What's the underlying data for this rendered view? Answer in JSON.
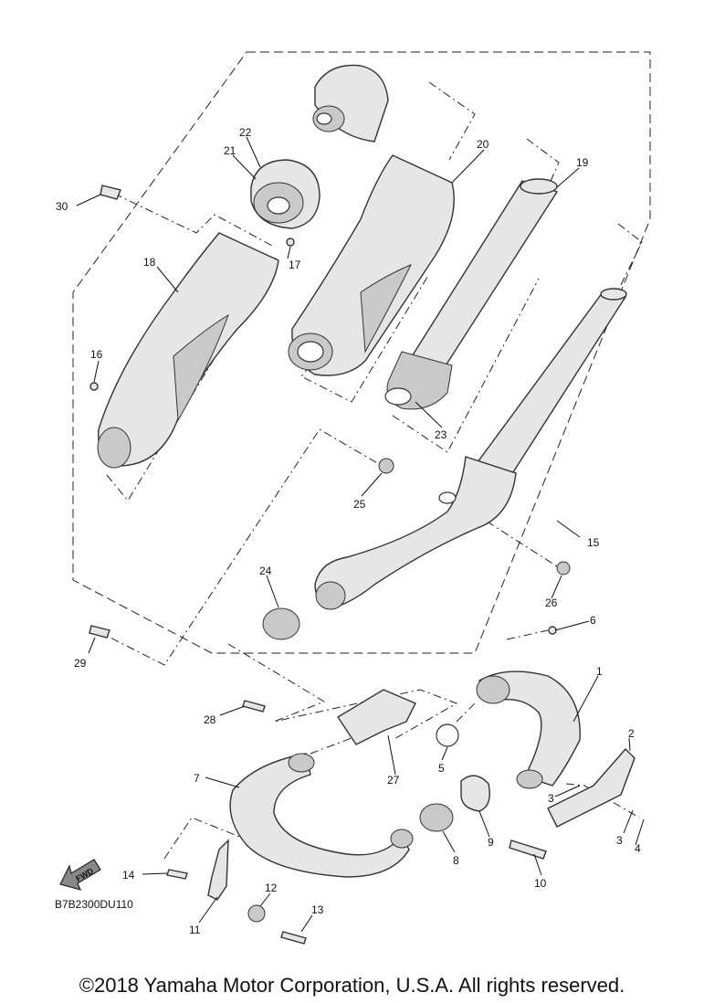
{
  "callouts": {
    "c1": "1",
    "c2": "2",
    "c3a": "3",
    "c3b": "3",
    "c4": "4",
    "c5": "5",
    "c6": "6",
    "c7": "7",
    "c8": "8",
    "c9": "9",
    "c10": "10",
    "c11": "11",
    "c12": "12",
    "c13": "13",
    "c14": "14",
    "c15": "15",
    "c16": "16",
    "c17": "17",
    "c18": "18",
    "c19": "19",
    "c20": "20",
    "c21": "21",
    "c22": "22",
    "c23": "23",
    "c24": "24",
    "c25": "25",
    "c26": "26",
    "c27": "27",
    "c28": "28",
    "c29": "29",
    "c30": "30"
  },
  "fwd_label": "FWD",
  "diagram_code": "B7B2300DU110",
  "copyright": "©2018 Yamaha Motor Corporation, U.S.A. All rights reserved."
}
